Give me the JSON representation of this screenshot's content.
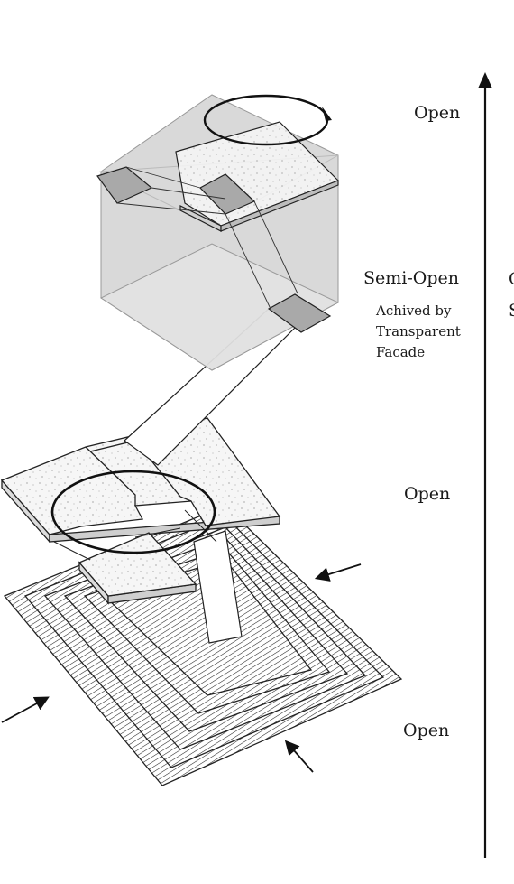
{
  "labels": {
    "top": "Open",
    "semi": "Semi-Open",
    "note": [
      "Achived by",
      "Transparent",
      "Facade"
    ],
    "middle": "Open",
    "bottom": "Open",
    "edge": [
      "O",
      "S"
    ]
  },
  "colors": {
    "ink": "#1a1a1a",
    "glass": "#c9c9c9",
    "slab": "#f4f4f4",
    "dark_tile": "#a9a9a9"
  }
}
